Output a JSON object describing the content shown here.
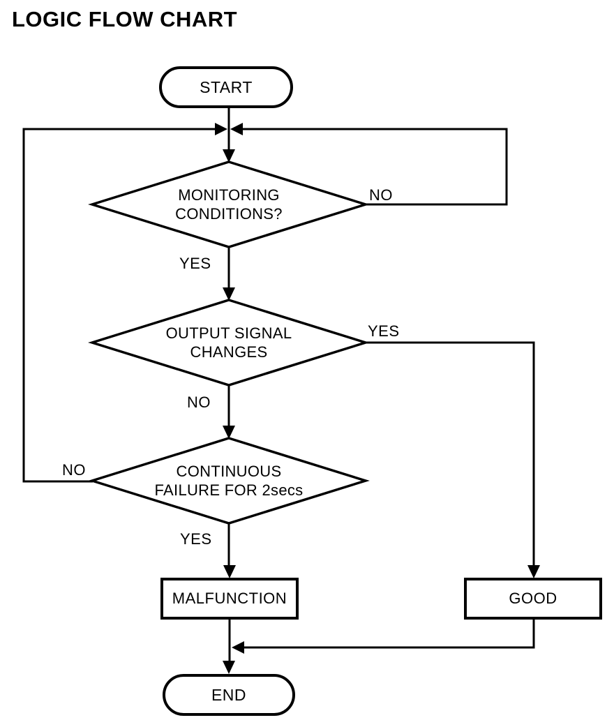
{
  "title": "LOGIC FLOW CHART",
  "nodes": {
    "start": {
      "type": "terminator",
      "label": "START"
    },
    "monitoring": {
      "type": "decision",
      "lines": [
        "MONITORING",
        "CONDITIONS?"
      ]
    },
    "output_signal": {
      "type": "decision",
      "lines": [
        "OUTPUT SIGNAL",
        "CHANGES"
      ]
    },
    "continuous_failure": {
      "type": "decision",
      "lines": [
        "CONTINUOUS",
        "FAILURE FOR 2secs"
      ]
    },
    "malfunction": {
      "type": "process",
      "label": "MALFUNCTION"
    },
    "good": {
      "type": "process",
      "label": "GOOD"
    },
    "end": {
      "type": "terminator",
      "label": "END"
    }
  },
  "edge_labels": {
    "monitoring_no": "NO",
    "monitoring_yes": "YES",
    "output_yes": "YES",
    "output_no": "NO",
    "continuous_no": "NO",
    "continuous_yes": "YES"
  },
  "colors": {
    "stroke": "#000000",
    "background": "#ffffff",
    "text": "#000000"
  }
}
